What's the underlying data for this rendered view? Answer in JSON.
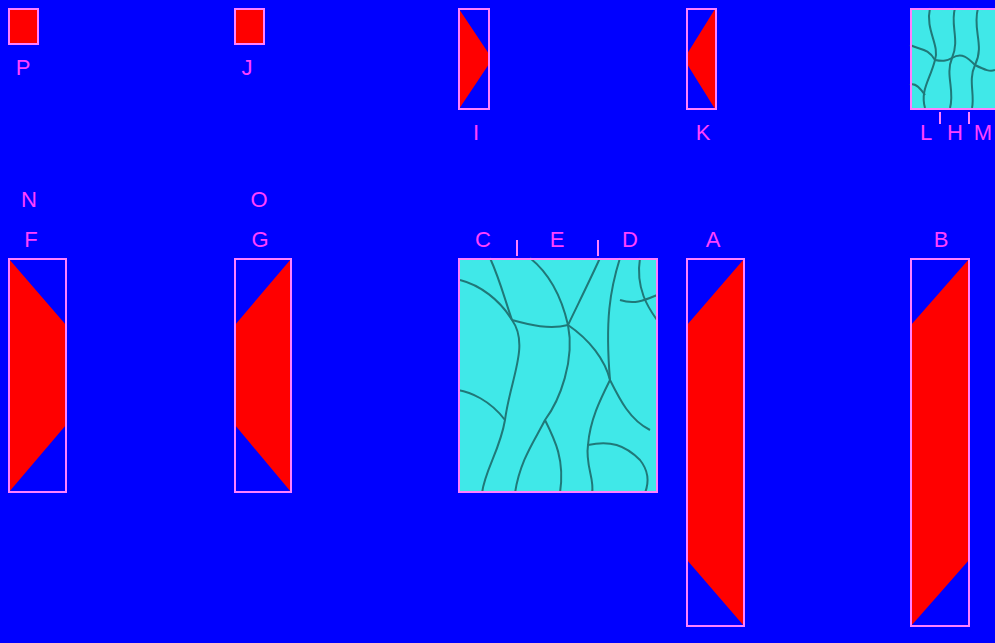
{
  "diagram": {
    "nodes": [
      {
        "text": [
          "P"
        ]
      },
      {
        "text": [
          "J"
        ]
      },
      {
        "text": [
          "I"
        ]
      },
      {
        "text": [
          "K"
        ]
      },
      {
        "text": [
          "L",
          "H",
          "M"
        ]
      },
      {
        "text": [
          "N",
          "F"
        ]
      },
      {
        "text": [
          "O",
          "G"
        ]
      },
      {
        "text": [
          "C",
          "E",
          "D"
        ]
      },
      {
        "text": [
          "A"
        ]
      },
      {
        "text": [
          "B"
        ]
      }
    ]
  }
}
